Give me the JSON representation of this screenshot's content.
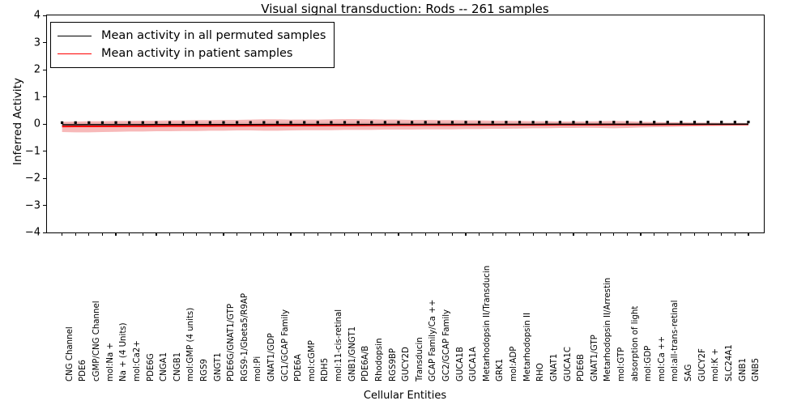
{
  "chart_data": {
    "type": "line",
    "title": "Visual signal transduction: Rods -- 261 samples",
    "xlabel": "Cellular Entities",
    "ylabel": "Inferred Activity",
    "ylim": [
      -4,
      4
    ],
    "yticks": [
      4,
      3,
      2,
      1,
      0,
      -1,
      -2,
      -3,
      -4
    ],
    "ytick_labels": [
      "4",
      "3",
      "2",
      "1",
      "0",
      "−1",
      "−2",
      "−3",
      "−4"
    ],
    "grid": false,
    "legend_position": "upper left",
    "categories": [
      "CNG Channel",
      "PDE6",
      "cGMP/CNG Channel",
      "mol:Na +",
      "Na + (4 Units)",
      "mol:Ca2+",
      "PDE6G",
      "CNGA1",
      "CNGB1",
      "mol:GMP (4 units)",
      "RGS9",
      "GNGT1",
      "PDE6G/GNAT1/GTP",
      "RGS9-1/Gbeta5/R9AP",
      "mol:Pi",
      "GNAT1/GDP",
      "GC1/GCAP Family",
      "PDE6A",
      "mol:cGMP",
      "RDH5",
      "mol:11-cis-retinal",
      "GNB1/GNGT1",
      "PDE6A/B",
      "Rhodopsin",
      "RGS9BP",
      "GUCY2D",
      "Transducin",
      "GCAP Family/Ca ++",
      "GC2/GCAP Family",
      "GUCA1B",
      "GUCA1A",
      "Metarhodopsin II/Transducin",
      "GRK1",
      "mol:ADP",
      "Metarhodopsin II",
      "RHO",
      "GNAT1",
      "GUCA1C",
      "PDE6B",
      "GNAT1/GTP",
      "Metarhodopsin II/Arrestin",
      "mol:GTP",
      "absorption of light",
      "mol:GDP",
      "mol:Ca ++",
      "mol:all-trans-retinal",
      "SAG",
      "GUCY2F",
      "mol:K +",
      "SLC24A1",
      "GNB1",
      "GNB5"
    ],
    "series": [
      {
        "name": "Mean activity in all permuted samples",
        "color": "#000000",
        "marker": "square",
        "values": [
          -0.03,
          -0.028,
          -0.027,
          -0.026,
          -0.026,
          -0.025,
          -0.025,
          -0.024,
          -0.024,
          -0.023,
          -0.023,
          -0.022,
          -0.022,
          -0.021,
          -0.021,
          -0.02,
          -0.02,
          -0.019,
          -0.019,
          -0.018,
          -0.018,
          -0.018,
          -0.017,
          -0.017,
          -0.016,
          -0.016,
          -0.016,
          -0.015,
          -0.015,
          -0.015,
          -0.014,
          -0.014,
          -0.014,
          -0.013,
          -0.013,
          -0.013,
          -0.012,
          -0.012,
          -0.012,
          -0.011,
          -0.011,
          -0.011,
          -0.01,
          -0.01,
          -0.01,
          -0.009,
          -0.009,
          -0.009,
          -0.008,
          -0.008,
          -0.008,
          -0.007
        ],
        "band": {
          "name": "permuted confidence band",
          "color": "#c8c8c8",
          "opacity": 0.45,
          "lower": [
            -0.1,
            -0.1,
            -0.1,
            -0.1,
            -0.1,
            -0.11,
            -0.11,
            -0.11,
            -0.11,
            -0.12,
            -0.12,
            -0.12,
            -0.12,
            -0.12,
            -0.12,
            -0.12,
            -0.12,
            -0.12,
            -0.12,
            -0.12,
            -0.12,
            -0.12,
            -0.12,
            -0.12,
            -0.12,
            -0.11,
            -0.11,
            -0.11,
            -0.11,
            -0.11,
            -0.11,
            -0.11,
            -0.1,
            -0.1,
            -0.1,
            -0.1,
            -0.1,
            -0.1,
            -0.1,
            -0.09,
            -0.09,
            -0.09,
            -0.09,
            -0.09,
            -0.09,
            -0.08,
            -0.08,
            -0.08,
            -0.08,
            -0.08,
            -0.07,
            -0.07
          ],
          "upper": [
            0.05,
            0.05,
            0.05,
            0.05,
            0.06,
            0.06,
            0.06,
            0.06,
            0.06,
            0.07,
            0.07,
            0.07,
            0.07,
            0.07,
            0.07,
            0.07,
            0.07,
            0.07,
            0.07,
            0.07,
            0.07,
            0.07,
            0.07,
            0.07,
            0.07,
            0.07,
            0.07,
            0.07,
            0.07,
            0.06,
            0.06,
            0.06,
            0.06,
            0.06,
            0.06,
            0.06,
            0.06,
            0.06,
            0.06,
            0.05,
            0.05,
            0.05,
            0.05,
            0.05,
            0.05,
            0.05,
            0.05,
            0.05,
            0.04,
            0.04,
            0.04,
            0.04
          ]
        }
      },
      {
        "name": "Mean activity in patient samples",
        "color": "#ff0000",
        "marker": "none",
        "values": [
          -0.095,
          -0.092,
          -0.09,
          -0.088,
          -0.086,
          -0.084,
          -0.082,
          -0.08,
          -0.078,
          -0.076,
          -0.074,
          -0.072,
          -0.07,
          -0.068,
          -0.066,
          -0.064,
          -0.062,
          -0.06,
          -0.058,
          -0.056,
          -0.054,
          -0.052,
          -0.05,
          -0.048,
          -0.046,
          -0.044,
          -0.042,
          -0.04,
          -0.038,
          -0.037,
          -0.036,
          -0.035,
          -0.034,
          -0.033,
          -0.032,
          -0.031,
          -0.03,
          -0.029,
          -0.028,
          -0.027,
          -0.026,
          -0.025,
          -0.024,
          -0.023,
          -0.022,
          -0.021,
          -0.02,
          -0.019,
          -0.018,
          -0.017,
          -0.016,
          -0.015
        ],
        "band": {
          "name": "patient confidence band",
          "color": "#f08080",
          "opacity": 0.55,
          "lower": [
            -0.3,
            -0.31,
            -0.31,
            -0.3,
            -0.29,
            -0.28,
            -0.28,
            -0.27,
            -0.27,
            -0.26,
            -0.26,
            -0.25,
            -0.25,
            -0.24,
            -0.24,
            -0.25,
            -0.25,
            -0.24,
            -0.23,
            -0.23,
            -0.23,
            -0.22,
            -0.22,
            -0.22,
            -0.21,
            -0.21,
            -0.21,
            -0.2,
            -0.2,
            -0.2,
            -0.19,
            -0.19,
            -0.18,
            -0.18,
            -0.17,
            -0.16,
            -0.16,
            -0.15,
            -0.15,
            -0.14,
            -0.15,
            -0.16,
            -0.15,
            -0.13,
            -0.12,
            -0.11,
            -0.1,
            -0.09,
            -0.08,
            -0.07,
            -0.06,
            -0.05
          ],
          "upper": [
            0.08,
            0.09,
            0.1,
            0.1,
            0.11,
            0.11,
            0.12,
            0.12,
            0.13,
            0.13,
            0.14,
            0.14,
            0.15,
            0.15,
            0.16,
            0.17,
            0.17,
            0.16,
            0.16,
            0.16,
            0.17,
            0.18,
            0.18,
            0.17,
            0.16,
            0.16,
            0.15,
            0.15,
            0.14,
            0.14,
            0.13,
            0.13,
            0.12,
            0.12,
            0.11,
            0.1,
            0.1,
            0.09,
            0.09,
            0.09,
            0.1,
            0.11,
            0.1,
            0.08,
            0.07,
            0.06,
            0.06,
            0.05,
            0.05,
            0.04,
            0.04,
            0.03
          ]
        }
      }
    ],
    "zero_reference": 0
  },
  "legend": {
    "entries": [
      {
        "label": "Mean activity in all permuted samples",
        "color": "#000000"
      },
      {
        "label": "Mean activity in patient samples",
        "color": "#ff0000"
      }
    ]
  }
}
